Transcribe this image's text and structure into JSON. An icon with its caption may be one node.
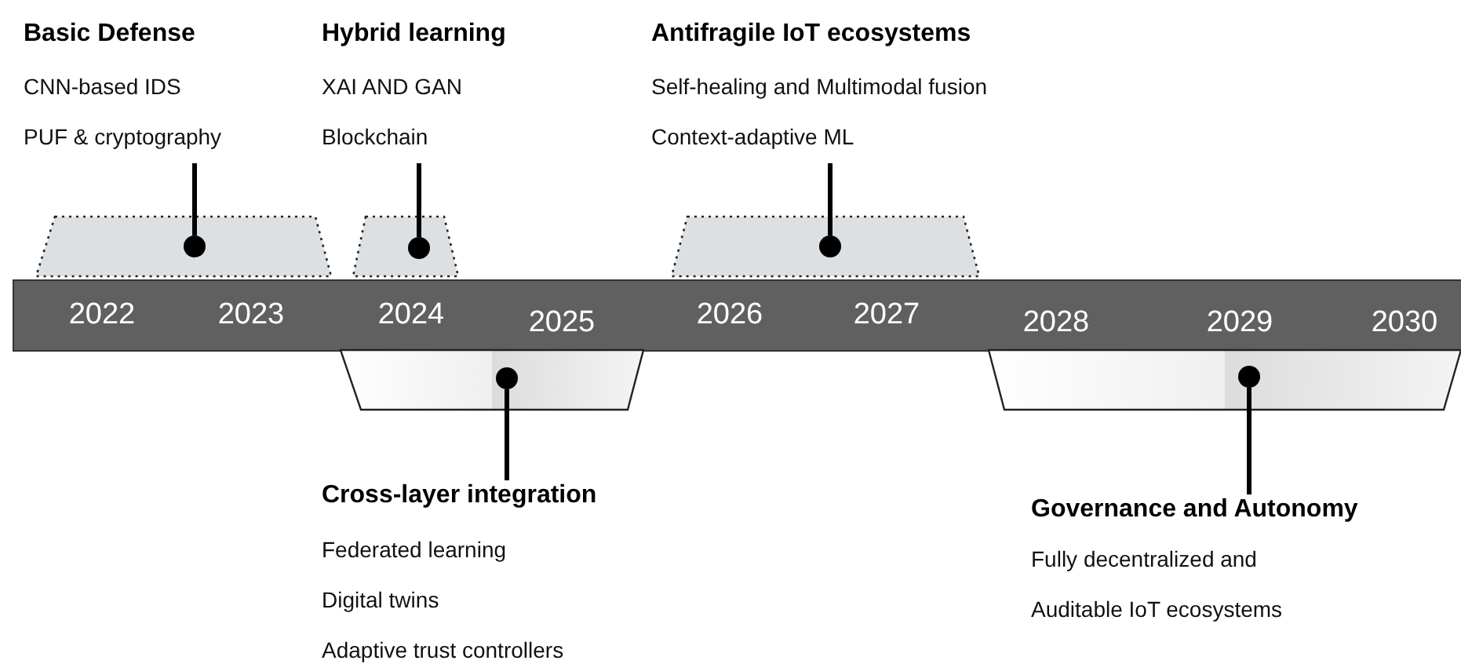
{
  "diagram": {
    "nodes": [
      {
        "text": [
          "Basic Defense",
          "CNN-based IDS",
          "PUF & cryptography"
        ]
      },
      {
        "text": [
          "Hybrid learning",
          "XAI AND GAN",
          "Blockchain"
        ]
      },
      {
        "text": [
          "Antifragile IoT ecosystems",
          "Self-healing and Multimodal fusion",
          "Context-adaptive ML"
        ]
      },
      {
        "text": [],
        "shape": "trapezoid"
      },
      {
        "text": [],
        "shape": "circle",
        "in": 3
      },
      {
        "text": [],
        "shape": "trapezoid"
      },
      {
        "text": [],
        "shape": "circle",
        "in": 5
      },
      {
        "text": [],
        "shape": "trapezoid"
      },
      {
        "text": [],
        "shape": "circle",
        "in": 7
      },
      {
        "text": [],
        "shape": "trapezoid"
      },
      {
        "text": [],
        "shape": "circle",
        "in": 9
      },
      {
        "text": [],
        "shape": "trapezoid"
      },
      {
        "text": [],
        "shape": "circle",
        "in": 11
      },
      {
        "text": [
          "Cross-layer integration",
          "Federated learning",
          "Digital twins",
          "Adaptive trust controllers"
        ]
      },
      {
        "text": [
          "Governance and Autonomy",
          "Fully decentralized and",
          "Auditable IoT ecosystems"
        ]
      }
    ],
    "edges": [
      {
        "from": 0,
        "to": 4,
        "arrow": "none"
      },
      {
        "from": 1,
        "to": 6,
        "arrow": "none"
      },
      {
        "from": 2,
        "to": 8,
        "arrow": "none"
      },
      {
        "from": 13,
        "to": 10,
        "arrow": "none"
      },
      {
        "from": 14,
        "to": 12,
        "arrow": "none"
      }
    ],
    "labels": [
      "2022",
      "2023",
      "2024",
      "2025",
      "2026",
      "2027",
      "2028",
      "2029",
      "2030"
    ]
  }
}
